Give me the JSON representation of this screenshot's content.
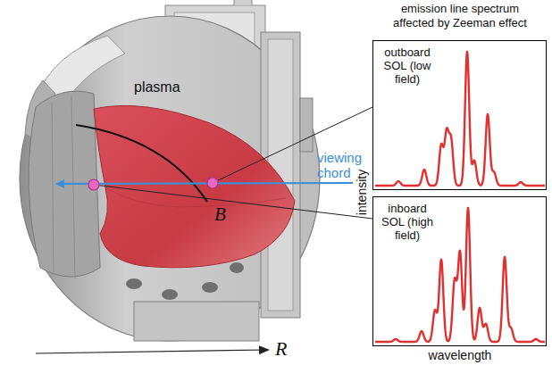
{
  "diagram": {
    "nodes": [
      {
        "text": [
          "outboard SOL (low field)"
        ]
      },
      {
        "text": [
          "inboard SOL (high field)"
        ]
      }
    ],
    "labels": [
      "emission line spectrum affected by Zeeman effect",
      "plasma",
      "B",
      "viewing chord",
      "R",
      "intensity",
      "wavelength"
    ]
  }
}
